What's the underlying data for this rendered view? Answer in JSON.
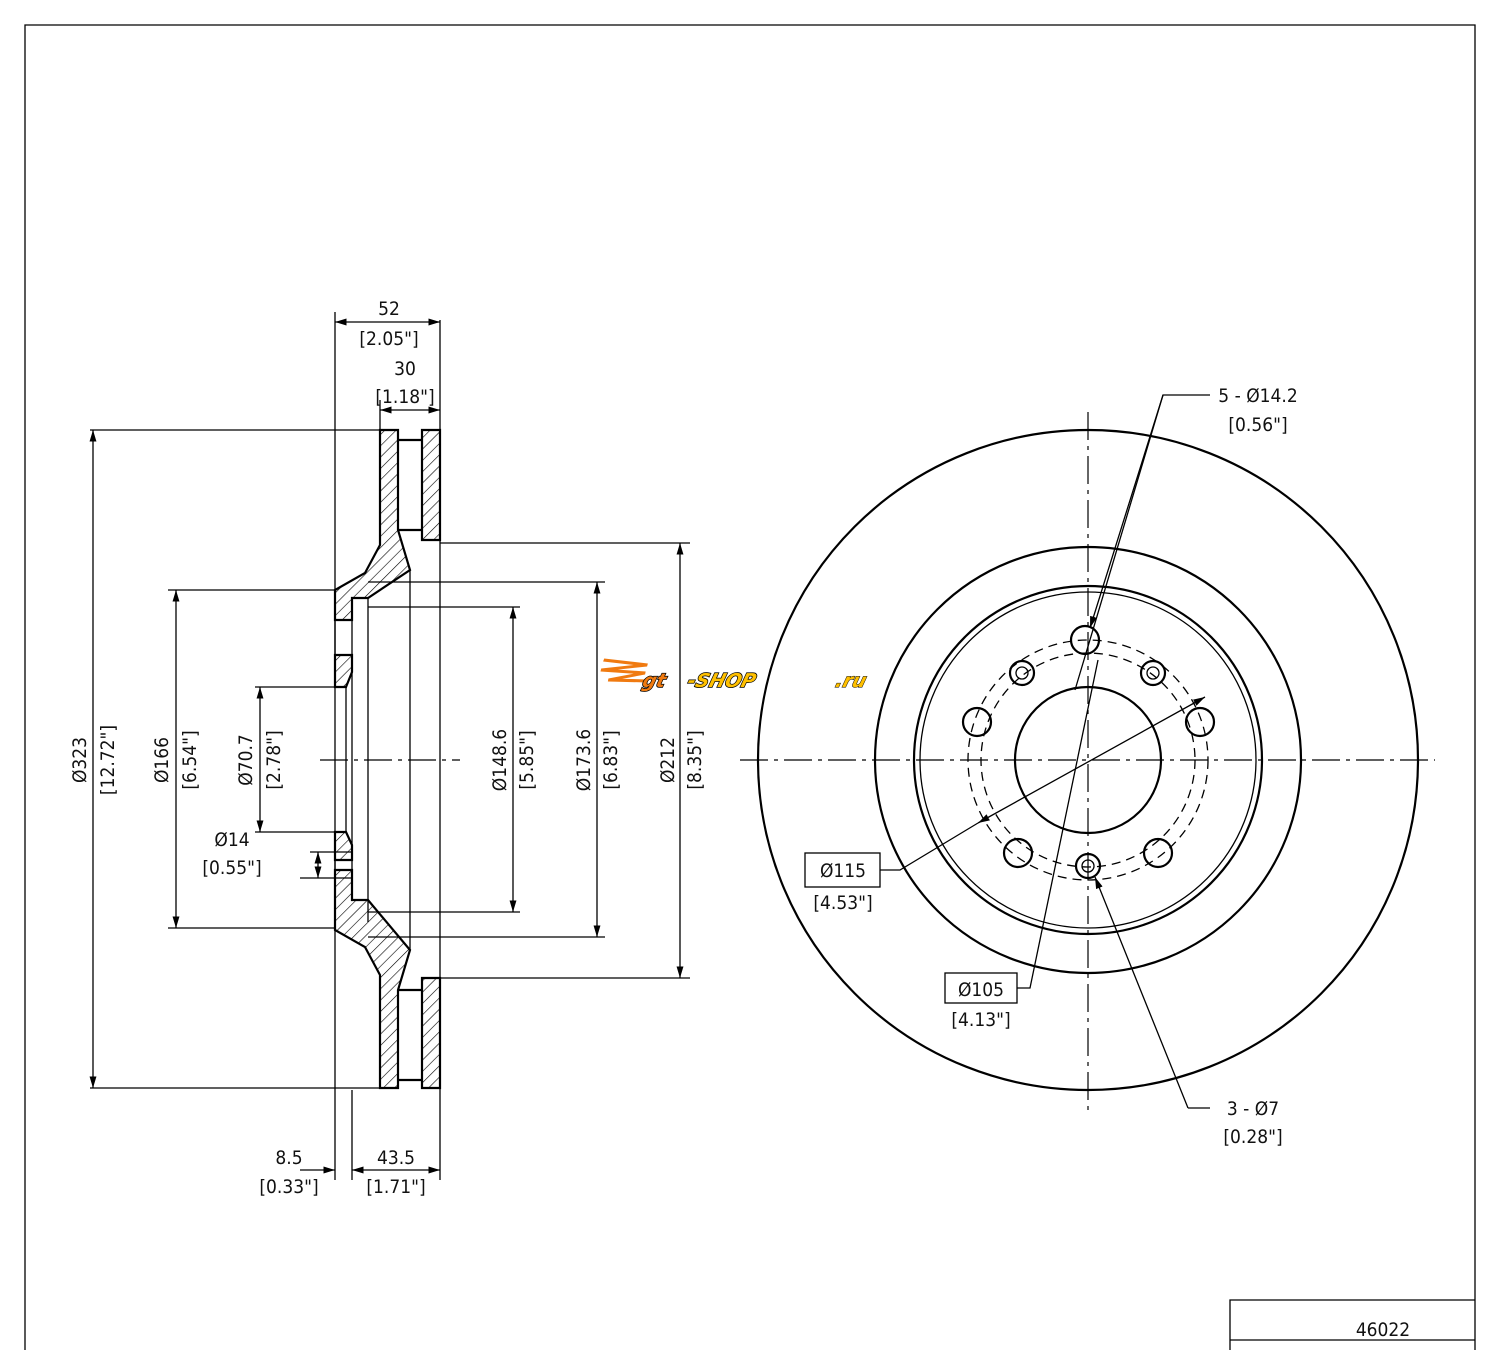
{
  "drawing": {
    "part_number": "46022",
    "watermark": "gt-shop.ru",
    "side_view": {
      "overall_width": {
        "mm": "52",
        "in": "[2.05\"]"
      },
      "friction_width": {
        "mm": "30",
        "in": "[1.18\"]"
      },
      "hub_thickness": {
        "mm": "8.5",
        "in": "[0.33\"]"
      },
      "offset": {
        "mm": "43.5",
        "in": "[1.71\"]"
      },
      "outer_diameter": {
        "mm": "Ø323",
        "in": "[12.72\"]"
      },
      "hat_diameter": {
        "mm": "Ø166",
        "in": "[6.54\"]"
      },
      "center_bore": {
        "mm": "Ø70.7",
        "in": "[2.78\"]"
      },
      "hole_diameter": {
        "mm": "Ø14",
        "in": "[0.55\"]"
      },
      "inner_148": {
        "mm": "Ø148.6",
        "in": "[5.85\"]"
      },
      "inner_173": {
        "mm": "Ø173.6",
        "in": "[6.83\"]"
      },
      "inner_212": {
        "mm": "Ø212",
        "in": "[8.35\"]"
      }
    },
    "front_view": {
      "bolt_holes": {
        "mm": "5 - Ø14.2",
        "in": "[0.56\"]"
      },
      "pcd_115": {
        "mm": "Ø115",
        "in": "[4.53\"]"
      },
      "pcd_105": {
        "mm": "Ø105",
        "in": "[4.13\"]"
      },
      "small_holes": {
        "mm": "3 - Ø7",
        "in": "[0.28\"]"
      }
    },
    "colors": {
      "logo_orange": "#f07a10",
      "logo_yellow": "#ffc000"
    }
  }
}
